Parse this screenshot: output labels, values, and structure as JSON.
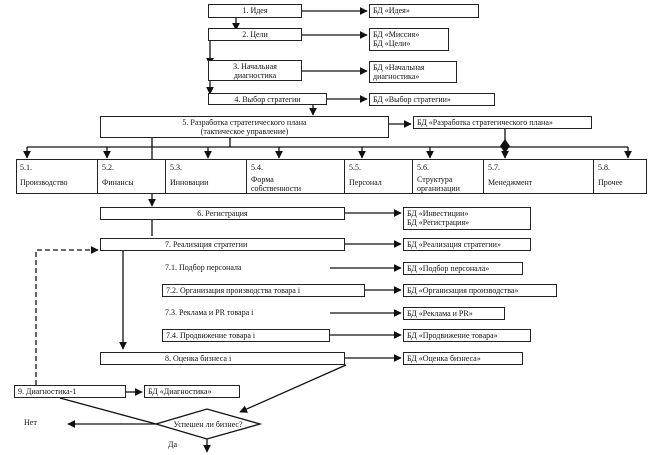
{
  "steps": {
    "s1": "1. Идея",
    "s2": "2. Цели",
    "s3a": "3. Начальная",
    "s3b": "диагностика",
    "s4": "4. Выбор стратегии",
    "s5a": "5. Разработка стратегического плана",
    "s5b": "(тактическое управление)",
    "s6": "6. Регистрация",
    "s7": "7. Реализация стратегии",
    "s71": "7.1. Подбор персонала",
    "s72": "7.2. Организация производства товара i",
    "s73": "7.3. Реклама и PR товара i",
    "s74": "7.4. Продвижение товара i",
    "s8": "8. Оценка бизнеса i",
    "s9": "9. Диагностика-1"
  },
  "subplans": [
    {
      "num": "5.1.",
      "label": "Производство"
    },
    {
      "num": "5.2.",
      "label": "Финансы"
    },
    {
      "num": "5.3.",
      "label": "Инновации"
    },
    {
      "num": "5.4.",
      "label": "Форма собственности"
    },
    {
      "num": "5.5.",
      "label": "Персонал"
    },
    {
      "num": "5.6.",
      "label": "Структура организации"
    },
    {
      "num": "5.7.",
      "label": "Менеджмент"
    },
    {
      "num": "5.8.",
      "label": "Прочее"
    }
  ],
  "db": {
    "idea": "БД «Идея»",
    "mission": "БД «Миссия»",
    "goals": "БД «Цели»",
    "initial_a": "БД «Начальная",
    "initial_b": "диагностика»",
    "choice": "БД «Выбор стратегии»",
    "plan": "БД «Разработка стратегического плана»",
    "invest": "БД «Инвестиции»",
    "registration": "БД «Регистрация»",
    "realization": "БД «Реализация стратегии»",
    "staff": "БД «Подбор персонала»",
    "production": "БД «Организация производства»",
    "adpr": "БД «Реклама и PR»",
    "promo": "БД «Продвижение товара»",
    "eval": "БД «Оценка бизнеса»",
    "diag": "БД «Диагностика»"
  },
  "decision": {
    "question": "Успешен ли бизнес?",
    "no": "Нет",
    "yes": "Да"
  }
}
